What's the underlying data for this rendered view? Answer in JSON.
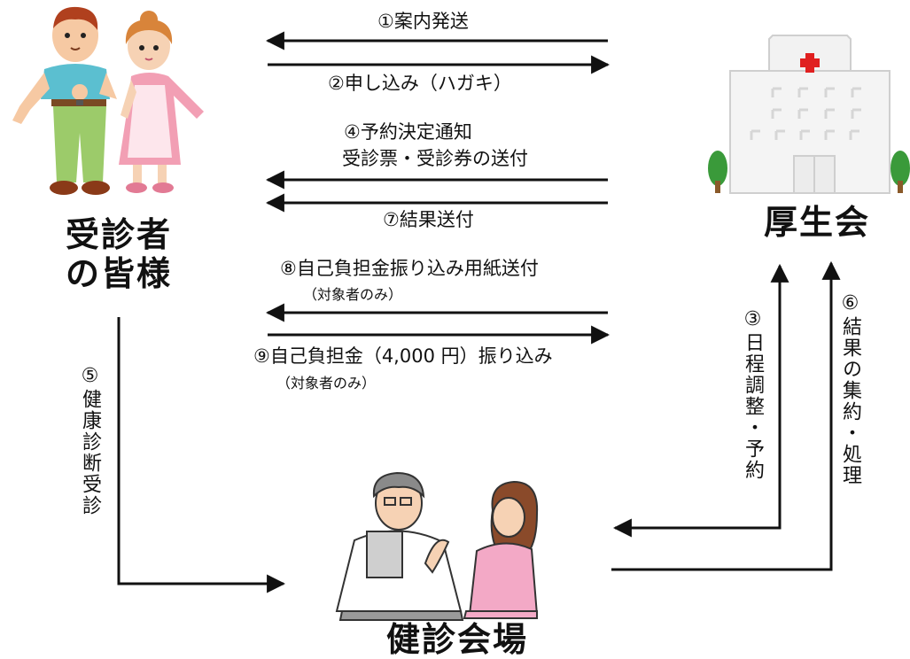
{
  "nodes": {
    "examinees": {
      "line1": "受診者",
      "line2": "の皆様"
    },
    "koseikai": {
      "label": "厚生会"
    },
    "venue": {
      "label": "健診会場"
    }
  },
  "steps": {
    "s1": "①案内発送",
    "s2": "②申し込み（ハガキ）",
    "s3": "③日程調整・予約",
    "s4a": "④予約決定通知",
    "s4b": "受診票・受診券の送付",
    "s5": "⑤健康診断受診",
    "s6": "⑥結果の集約・処理",
    "s7": "⑦結果送付",
    "s8": "⑧自己負担金振り込み用紙送付",
    "s8note": "（対象者のみ）",
    "s9": "⑨自己負担金（4,000 円）振り込み",
    "s9note": "（対象者のみ）"
  },
  "colors": {
    "arrow": "#111111",
    "man_shirt": "#5bbfd0",
    "man_pants": "#9ccb6a",
    "woman_dress": "#f29fb4",
    "nurse_uniform": "#f3a9c6",
    "building": "#f4f4f4",
    "cross": "#e02020",
    "tree": "#3a9a3a"
  },
  "icons": {
    "examinees": "couple-illustration-icon",
    "koseikai": "hospital-building-icon",
    "venue": "doctor-patient-illustration-icon"
  }
}
